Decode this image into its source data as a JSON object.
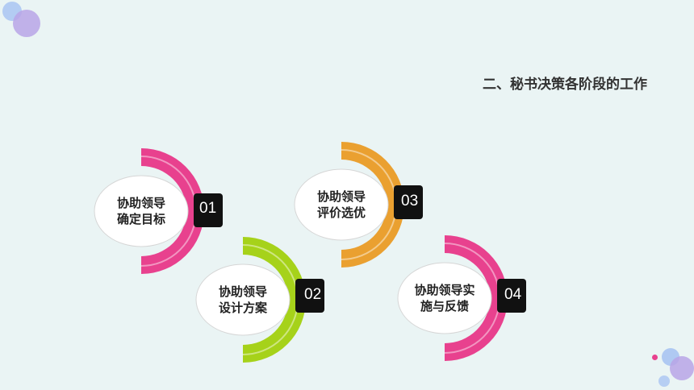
{
  "title": "二、秘书决策各阶段的工作",
  "colors": {
    "background": "#eaf4f4",
    "pink": "#e8418e",
    "orange": "#eaa030",
    "green": "#a6d21a",
    "number_tab": "#111111",
    "dot_purple": "#b9a5e6",
    "dot_blue": "#a9c4f2"
  },
  "steps": [
    {
      "number": "01",
      "line1": "协助领导",
      "line2": "确定目标",
      "color": "pink"
    },
    {
      "number": "02",
      "line1": "协助领导",
      "line2": "设计方案",
      "color": "green"
    },
    {
      "number": "03",
      "line1": "协助领导",
      "line2": "评价选优",
      "color": "orange"
    },
    {
      "number": "04",
      "line1": "协助领导实",
      "line2": "施与反馈",
      "color": "pink"
    }
  ]
}
